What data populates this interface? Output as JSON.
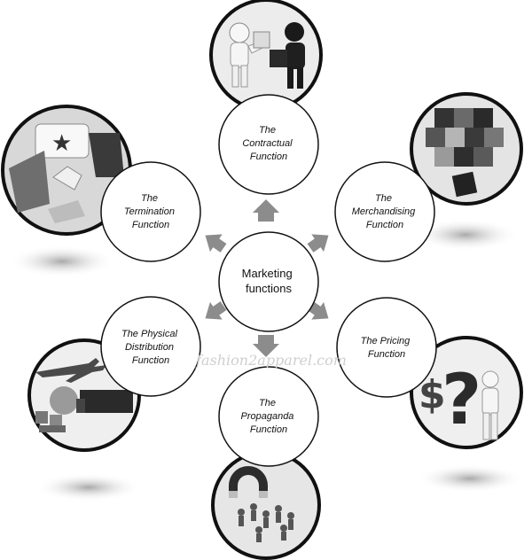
{
  "diagram": {
    "center": {
      "lines": [
        "Marketing",
        "functions"
      ]
    },
    "nodes": [
      {
        "id": "contractual",
        "lines": [
          "The",
          "Contractual",
          "Function"
        ]
      },
      {
        "id": "merchandising",
        "lines": [
          "The",
          "Merchandising",
          "Function"
        ]
      },
      {
        "id": "pricing",
        "lines": [
          "The Pricing",
          "Function"
        ]
      },
      {
        "id": "propaganda",
        "lines": [
          "The",
          "Propaganda",
          "Function"
        ]
      },
      {
        "id": "distribution",
        "lines": [
          "The Physical",
          "Distribution",
          "Function"
        ]
      },
      {
        "id": "termination",
        "lines": [
          "The",
          "Termination",
          "Function"
        ]
      }
    ],
    "images": [
      {
        "id": "puzzle-people",
        "icon": "puzzle-people-icon"
      },
      {
        "id": "puzzle-pieces",
        "icon": "puzzle-pieces-icon"
      },
      {
        "id": "price-question",
        "icon": "dollar-question-icon"
      },
      {
        "id": "magnet-crowd",
        "icon": "magnet-icon"
      },
      {
        "id": "logistics",
        "icon": "airplane-truck-icon"
      },
      {
        "id": "handshake",
        "icon": "handshake-icon"
      }
    ]
  },
  "watermark": "fashion2apparel.com",
  "colors": {
    "arrow": "#8c8c8c",
    "stroke": "#111111",
    "background": "#ffffff"
  }
}
